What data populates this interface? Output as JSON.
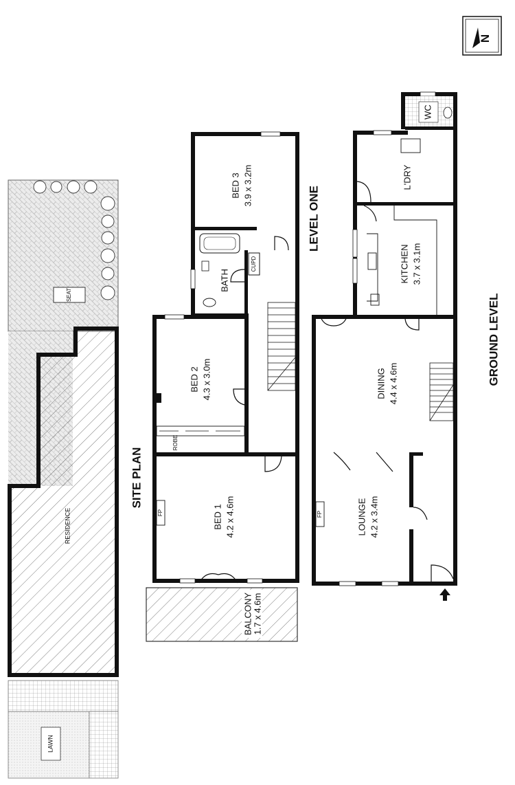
{
  "compass": {
    "letter": "N"
  },
  "site_plan": {
    "title": "SITE PLAN",
    "residence": "RESIDENCE",
    "seat": "SEAT",
    "lawn": "LAWN"
  },
  "level_one": {
    "title": "LEVEL ONE",
    "bed3": {
      "name": "BED 3",
      "size": "3.9 x 3.2m"
    },
    "bath": "BATH",
    "cupd": "CUPD",
    "bed2": {
      "name": "BED 2",
      "size": "4.3 x 3.0m"
    },
    "robe": "ROBE",
    "bed1": {
      "name": "BED 1",
      "size": "4.2 x 4.6m"
    },
    "fp": "FP",
    "balcony": {
      "name": "BALCONY",
      "size": "1.7 x 4.6m"
    }
  },
  "ground_level": {
    "title": "GROUND LEVEL",
    "wc": "WC",
    "laundry": "L'DRY",
    "kitchen": {
      "name": "KITCHEN",
      "size": "3.7 x 3.1m"
    },
    "dining": {
      "name": "DINING",
      "size": "4.4 x 4.6m"
    },
    "lounge": {
      "name": "LOUNGE",
      "size": "4.2 x 3.4m"
    },
    "fp": "FP"
  }
}
